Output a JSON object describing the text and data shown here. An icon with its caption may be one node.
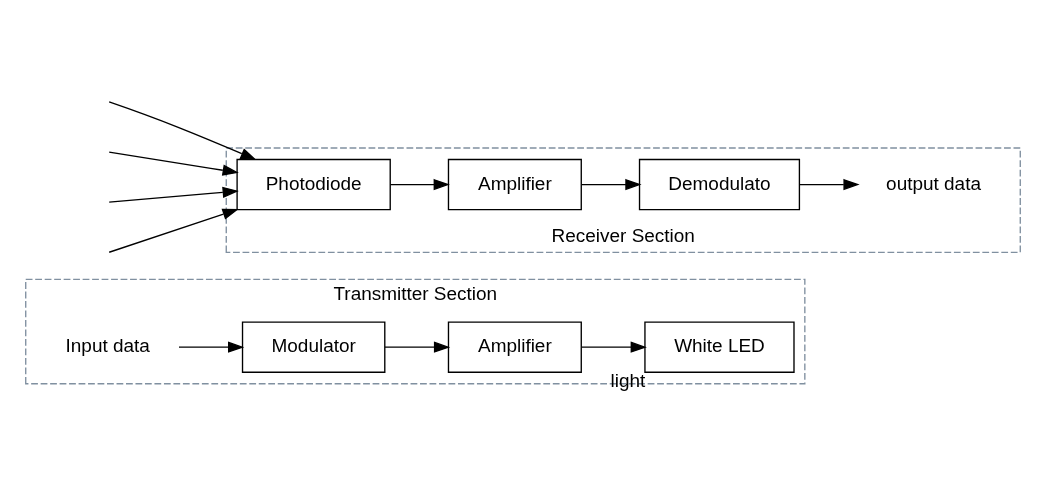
{
  "diagram": {
    "nodes": [
      {
        "text": [
          "Transmitter Section"
        ]
      },
      {
        "text": [
          "Input data"
        ],
        "in": 0
      },
      {
        "text": [
          "Modulator"
        ],
        "in": 0
      },
      {
        "text": [
          "Amplifier"
        ],
        "in": 0
      },
      {
        "text": [
          "White LED"
        ],
        "in": 0,
        "beside": [
          "light"
        ]
      },
      {
        "text": [
          "Receiver Section"
        ]
      },
      {
        "text": [
          "output data"
        ],
        "in": 5
      },
      {
        "text": [
          "Demodulato"
        ],
        "in": 5
      },
      {
        "text": [
          "Amplifier"
        ],
        "in": 5
      },
      {
        "text": [
          "Photodiode"
        ],
        "in": 5
      }
    ],
    "edges": [
      {
        "from": 1,
        "to": 2,
        "arrow": "to"
      },
      {
        "from": 2,
        "to": 3,
        "arrow": "to"
      },
      {
        "from": 3,
        "to": 4,
        "arrow": "to"
      },
      {
        "from": null,
        "to": 9,
        "arrow": "to"
      },
      {
        "from": null,
        "to": 9,
        "arrow": "to"
      },
      {
        "from": null,
        "to": 9,
        "arrow": "to"
      },
      {
        "from": null,
        "to": 9,
        "arrow": "to"
      },
      {
        "from": 9,
        "to": 8,
        "arrow": "to"
      },
      {
        "from": 8,
        "to": 7,
        "arrow": "to"
      },
      {
        "from": 7,
        "to": 6,
        "arrow": "to"
      }
    ]
  }
}
